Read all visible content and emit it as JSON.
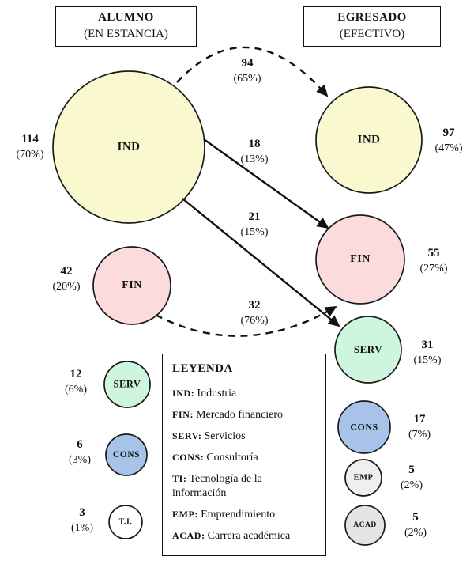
{
  "headers": {
    "left": {
      "title": "ALUMNO",
      "subtitle": "(EN ESTANCIA)"
    },
    "right": {
      "title": "EGRESADO",
      "subtitle": "(EFECTIVO)"
    }
  },
  "left_column": {
    "name": "ALUMNO (EN ESTANCIA)",
    "nodes": [
      {
        "label": "IND",
        "count": "114",
        "pct": "(70%)",
        "color": "#FAF8CE"
      },
      {
        "label": "FIN",
        "count": "42",
        "pct": "(20%)",
        "color": "#FBDBDB"
      },
      {
        "label": "SERV",
        "count": "12",
        "pct": "(6%)",
        "color": "#CEF5DE"
      },
      {
        "label": "CONS",
        "count": "6",
        "pct": "(3%)",
        "color": "#A7C3E9"
      },
      {
        "label": "T.I.",
        "count": "3",
        "pct": "(1%)",
        "color": "#FFFFFF"
      }
    ]
  },
  "right_column": {
    "name": "EGRESADO (EFECTIVO)",
    "nodes": [
      {
        "label": "IND",
        "count": "97",
        "pct": "(47%)",
        "color": "#FAF8CE"
      },
      {
        "label": "FIN",
        "count": "55",
        "pct": "(27%)",
        "color": "#FBDBDB"
      },
      {
        "label": "SERV",
        "count": "31",
        "pct": "(15%)",
        "color": "#CEF5DE"
      },
      {
        "label": "CONS",
        "count": "17",
        "pct": "(7%)",
        "color": "#A7C3E9"
      },
      {
        "label": "EMP",
        "count": "5",
        "pct": "(2%)",
        "color": "#EFEFEF"
      },
      {
        "label": "ACAD",
        "count": "5",
        "pct": "(2%)",
        "color": "#E4E4E4"
      }
    ]
  },
  "flows": [
    {
      "from": "IND",
      "to": "IND",
      "count": "94",
      "pct": "(65%)",
      "line": "dashed"
    },
    {
      "from": "IND",
      "to": "FIN",
      "count": "18",
      "pct": "(13%)",
      "line": "solid"
    },
    {
      "from": "IND",
      "to": "SERV",
      "count": "21",
      "pct": "(15%)",
      "line": "solid"
    },
    {
      "from": "FIN",
      "to": "FIN",
      "count": "32",
      "pct": "(76%)",
      "line": "dashed"
    }
  ],
  "legend": {
    "title": "LEYENDA",
    "entries": [
      {
        "term": "IND:",
        "definition": "Industria"
      },
      {
        "term": "FIN:",
        "definition": "Mercado financiero"
      },
      {
        "term": "SERV:",
        "definition": "Servicios"
      },
      {
        "term": "CONS:",
        "definition": "Consultoría"
      },
      {
        "term": "TI:",
        "definition": "Tecnología de la información"
      },
      {
        "term": "EMP:",
        "definition": "Emprendimiento"
      },
      {
        "term": "ACAD:",
        "definition": "Carrera académica"
      }
    ]
  },
  "colors": {
    "stroke": "#111111"
  }
}
